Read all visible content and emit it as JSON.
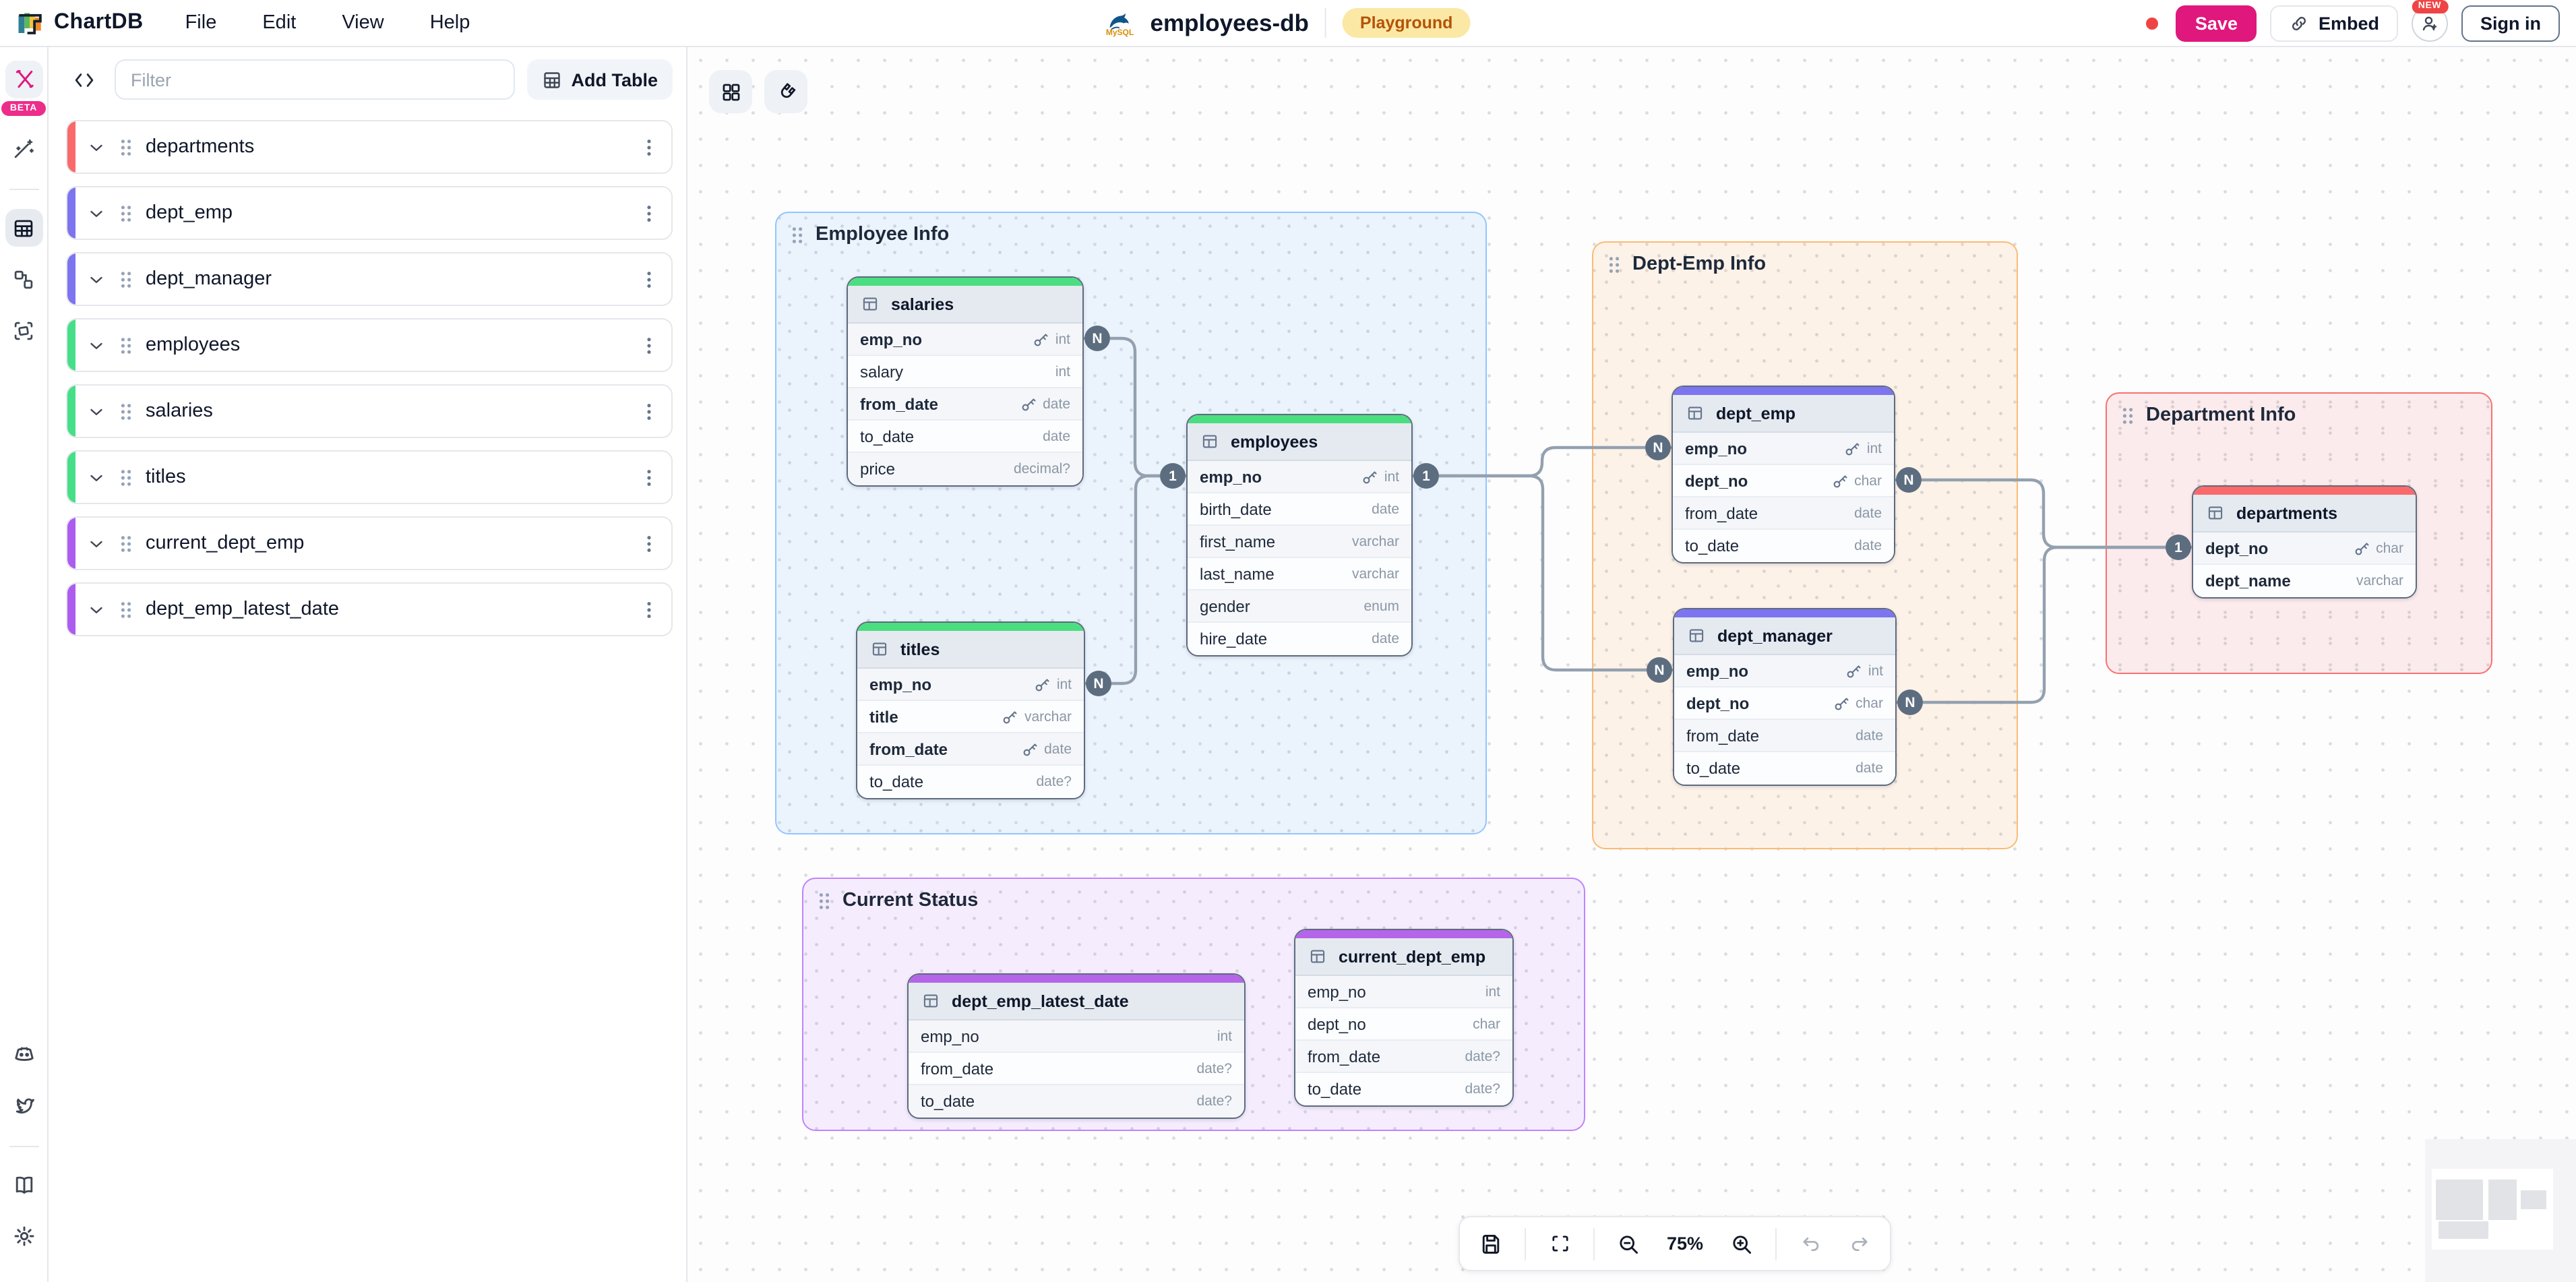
{
  "top_bar": {
    "brand": "ChartDB",
    "menus": [
      "File",
      "Edit",
      "View",
      "Help"
    ],
    "db_logo_label": "MySQL",
    "diagram_name": "employees-db",
    "environment_badge": "Playground",
    "save_label": "Save",
    "embed_label": "Embed",
    "account_badge": "NEW",
    "signin_label": "Sign in",
    "colors": {
      "save_bg": "#e0177d",
      "badge_bg": "#fbe8a4",
      "badge_text": "#b45309",
      "unsaved_dot": "#ef4444"
    }
  },
  "sidebar": {
    "beta_badge": "BETA",
    "filter_placeholder": "Filter",
    "add_table_label": "Add Table",
    "tool_icons": [
      {
        "icon": "pencils",
        "name": "chartdb-buildinfra-icon",
        "style": "boxed pink"
      },
      {
        "icon": "wand",
        "name": "magic-wand-icon",
        "style": ""
      }
    ],
    "view_icons": [
      {
        "icon": "tables",
        "name": "tables-view-icon",
        "style": "active"
      },
      {
        "icon": "relation",
        "name": "relationships-view-icon",
        "style": ""
      },
      {
        "icon": "areas",
        "name": "areas-view-icon",
        "style": ""
      }
    ],
    "footer_icons": [
      {
        "icon": "discord",
        "name": "discord-icon"
      },
      {
        "icon": "twitter",
        "name": "twitter-icon"
      },
      {
        "icon": "divider",
        "name": "divider"
      },
      {
        "icon": "book",
        "name": "docs-book-icon"
      },
      {
        "icon": "gear",
        "name": "settings-gear-icon"
      }
    ],
    "tables": [
      {
        "name": "departments",
        "color": "#fa6a6a"
      },
      {
        "name": "dept_emp",
        "color": "#7d74f0"
      },
      {
        "name": "dept_manager",
        "color": "#7d74f0"
      },
      {
        "name": "employees",
        "color": "#47de89"
      },
      {
        "name": "salaries",
        "color": "#47de89"
      },
      {
        "name": "titles",
        "color": "#47de89"
      },
      {
        "name": "current_dept_emp",
        "color": "#ad5cf0"
      },
      {
        "name": "dept_emp_latest_date",
        "color": "#ad5cf0"
      }
    ]
  },
  "canvas": {
    "tool_icons": [
      {
        "icon": "grid",
        "name": "show-all-icon"
      },
      {
        "icon": "magnet",
        "name": "magnet-icon"
      }
    ],
    "areas": [
      {
        "id": "employee_info",
        "label": "Employee Info",
        "border": "#93c5fd",
        "bg": "rgba(173,208,250,0.22)"
      },
      {
        "id": "dept_emp_info",
        "label": "Dept-Emp Info",
        "border": "#fdba74",
        "bg": "rgba(253,186,116,0.16)"
      },
      {
        "id": "department_info",
        "label": "Department Info",
        "border": "#f87171",
        "bg": "rgba(248,113,113,0.13)"
      },
      {
        "id": "current_status",
        "label": "Current Status",
        "border": "#c084fc",
        "bg": "rgba(192,132,252,0.13)"
      }
    ],
    "tables": [
      {
        "id": "salaries",
        "name": "salaries",
        "accent": "#4ade80",
        "fields": [
          {
            "name": "emp_no",
            "type": "int",
            "key": true,
            "bold": true
          },
          {
            "name": "salary",
            "type": "int"
          },
          {
            "name": "from_date",
            "type": "date",
            "key": true,
            "bold": true
          },
          {
            "name": "to_date",
            "type": "date"
          },
          {
            "name": "price",
            "type": "decimal?"
          }
        ]
      },
      {
        "id": "employees",
        "name": "employees",
        "accent": "#4ade80",
        "fields": [
          {
            "name": "emp_no",
            "type": "int",
            "key": true,
            "bold": true
          },
          {
            "name": "birth_date",
            "type": "date"
          },
          {
            "name": "first_name",
            "type": "varchar"
          },
          {
            "name": "last_name",
            "type": "varchar"
          },
          {
            "name": "gender",
            "type": "enum"
          },
          {
            "name": "hire_date",
            "type": "date"
          }
        ]
      },
      {
        "id": "titles",
        "name": "titles",
        "accent": "#4ade80",
        "fields": [
          {
            "name": "emp_no",
            "type": "int",
            "key": true,
            "bold": true
          },
          {
            "name": "title",
            "type": "varchar",
            "key": true,
            "bold": true
          },
          {
            "name": "from_date",
            "type": "date",
            "key": true,
            "bold": true
          },
          {
            "name": "to_date",
            "type": "date?"
          }
        ]
      },
      {
        "id": "dept_emp",
        "name": "dept_emp",
        "accent": "#7d74f0",
        "fields": [
          {
            "name": "emp_no",
            "type": "int",
            "key": true,
            "bold": true
          },
          {
            "name": "dept_no",
            "type": "char",
            "key": true,
            "bold": true
          },
          {
            "name": "from_date",
            "type": "date"
          },
          {
            "name": "to_date",
            "type": "date"
          }
        ]
      },
      {
        "id": "dept_manager",
        "name": "dept_manager",
        "accent": "#7d74f0",
        "fields": [
          {
            "name": "emp_no",
            "type": "int",
            "key": true,
            "bold": true
          },
          {
            "name": "dept_no",
            "type": "char",
            "key": true,
            "bold": true
          },
          {
            "name": "from_date",
            "type": "date"
          },
          {
            "name": "to_date",
            "type": "date"
          }
        ]
      },
      {
        "id": "departments",
        "name": "departments",
        "accent": "#fa6a6a",
        "fields": [
          {
            "name": "dept_no",
            "type": "char",
            "key": true,
            "bold": true
          },
          {
            "name": "dept_name",
            "type": "varchar",
            "bold": true
          }
        ]
      },
      {
        "id": "dept_emp_latest_date",
        "name": "dept_emp_latest_date",
        "accent": "#b565e8",
        "fields": [
          {
            "name": "emp_no",
            "type": "int"
          },
          {
            "name": "from_date",
            "type": "date?"
          },
          {
            "name": "to_date",
            "type": "date?"
          }
        ]
      },
      {
        "id": "current_dept_emp",
        "name": "current_dept_emp",
        "accent": "#b565e8",
        "fields": [
          {
            "name": "emp_no",
            "type": "int"
          },
          {
            "name": "dept_no",
            "type": "char"
          },
          {
            "name": "from_date",
            "type": "date?"
          },
          {
            "name": "to_date",
            "type": "date?"
          }
        ]
      }
    ],
    "badges": [
      {
        "table": "salaries",
        "field": "emp_no",
        "side": "right",
        "label": "N"
      },
      {
        "table": "titles",
        "field": "emp_no",
        "side": "right",
        "label": "N"
      },
      {
        "table": "employees",
        "field": "emp_no",
        "side": "left",
        "label": "1"
      },
      {
        "table": "employees",
        "field": "emp_no",
        "side": "right",
        "label": "1"
      },
      {
        "table": "dept_emp",
        "field": "emp_no",
        "side": "left",
        "label": "N"
      },
      {
        "table": "dept_emp",
        "field": "dept_no",
        "side": "right",
        "label": "N"
      },
      {
        "table": "dept_manager",
        "field": "emp_no",
        "side": "left",
        "label": "N"
      },
      {
        "table": "dept_manager",
        "field": "dept_no",
        "side": "right",
        "label": "N"
      },
      {
        "table": "departments",
        "field": "dept_no",
        "side": "left",
        "label": "1"
      }
    ],
    "edges": [
      [
        0,
        2
      ],
      [
        1,
        2
      ],
      [
        3,
        4
      ],
      [
        3,
        6
      ],
      [
        5,
        8
      ],
      [
        7,
        8
      ]
    ]
  },
  "toolbar": {
    "zoom_level": "75%",
    "icons": [
      "save-icon",
      "fit-view-icon",
      "zoom-out-icon",
      "zoom-in-icon",
      "undo-icon",
      "redo-icon"
    ]
  }
}
